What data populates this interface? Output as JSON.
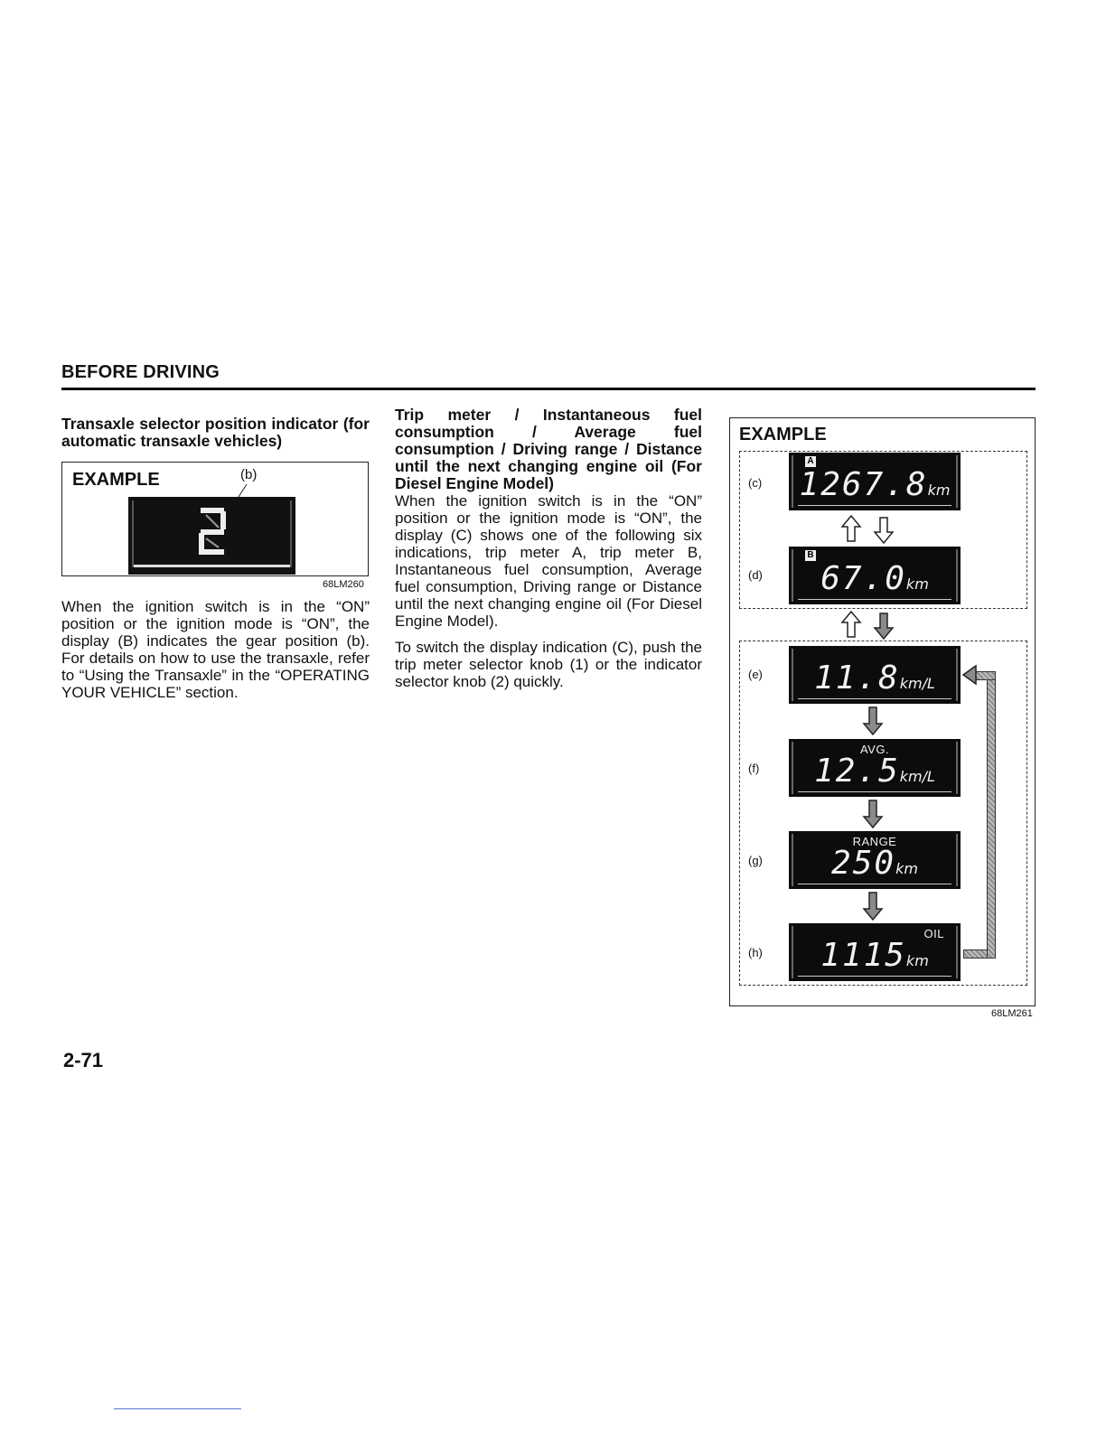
{
  "page": {
    "section_title": "BEFORE DRIVING",
    "page_number": "2-71"
  },
  "col1": {
    "heading": "Transaxle selector position indicator (for automatic transaxle vehicles)",
    "figure": {
      "label": "EXAMPLE",
      "callout": "(b)",
      "code": "68LM260"
    },
    "body": "When the ignition switch is in the “ON” position or the ignition mode is “ON”, the display (B) indicates the gear position (b). For details on how to use the transaxle, refer to “Using the Transaxle” in the “OPERATING YOUR VEHICLE” section."
  },
  "col2": {
    "heading": "Trip meter / Instantaneous fuel consumption / Average fuel consumption / Driving range / Distance until the next changing engine oil (For Diesel Engine Model)",
    "body1": "When the ignition switch is in the “ON” position or the ignition mode is “ON”, the display (C) shows one of the following six indications, trip meter A, trip meter B, Instantaneous fuel consumption, Average fuel consumption, Driving range or Distance until the next changing engine oil (For Diesel Engine Model).",
    "body2": "To switch the display indication (C), push the trip meter selector knob (1) or the indicator selector knob (2) quickly."
  },
  "figure2": {
    "label": "EXAMPLE",
    "code": "68LM261",
    "rows": [
      {
        "label": "(c)",
        "badge": "A",
        "tag": "",
        "digits": "1267.8",
        "unit": "km"
      },
      {
        "label": "(d)",
        "badge": "B",
        "tag": "",
        "digits": "67.0",
        "unit": "km"
      },
      {
        "label": "(e)",
        "badge": "",
        "tag": "",
        "digits": "11.8",
        "unit": "km/L"
      },
      {
        "label": "(f)",
        "badge": "",
        "tag": "AVG.",
        "digits": "12.5",
        "unit": "km/L"
      },
      {
        "label": "(g)",
        "badge": "",
        "tag": "RANGE",
        "digits": "250",
        "unit": "km"
      },
      {
        "label": "(h)",
        "badge": "",
        "tag": "OIL",
        "digits": "1115",
        "unit": "km"
      }
    ]
  }
}
